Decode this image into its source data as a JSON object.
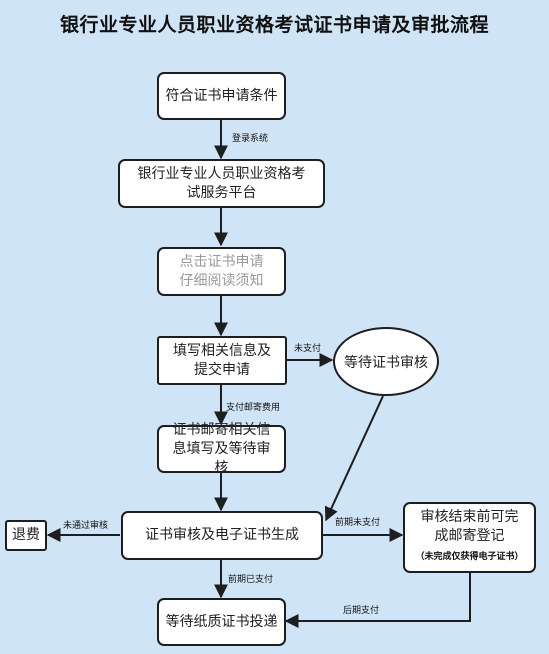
{
  "title": "银行业专业人员职业资格考试证书申请及审批流程",
  "nodes": {
    "conditions": "符合证书申请条件",
    "platform": "银行业专业人员职业资格考试服务平台",
    "read_notice": "点击证书申请仔细阅读须知",
    "fill_info": "填写相关信息及提交申请",
    "wait_review": "等待证书审核",
    "mail_info": "证书邮寄相关信息填写及等待审核",
    "review_generate": "证书审核及电子证书生成",
    "refund": "退费",
    "mail_register": "审核结束前可完成邮寄登记",
    "mail_register_note": "（未完成仅获得电子证书）",
    "wait_paper": "等待纸质证书投递"
  },
  "edges": {
    "login": "登录系统",
    "unpaid": "未支付",
    "pay_postage": "支付邮寄费用",
    "not_passed": "未通过审核",
    "early_unpaid": "前期未支付",
    "early_paid": "前期已支付",
    "later_paid": "后期支付"
  }
}
